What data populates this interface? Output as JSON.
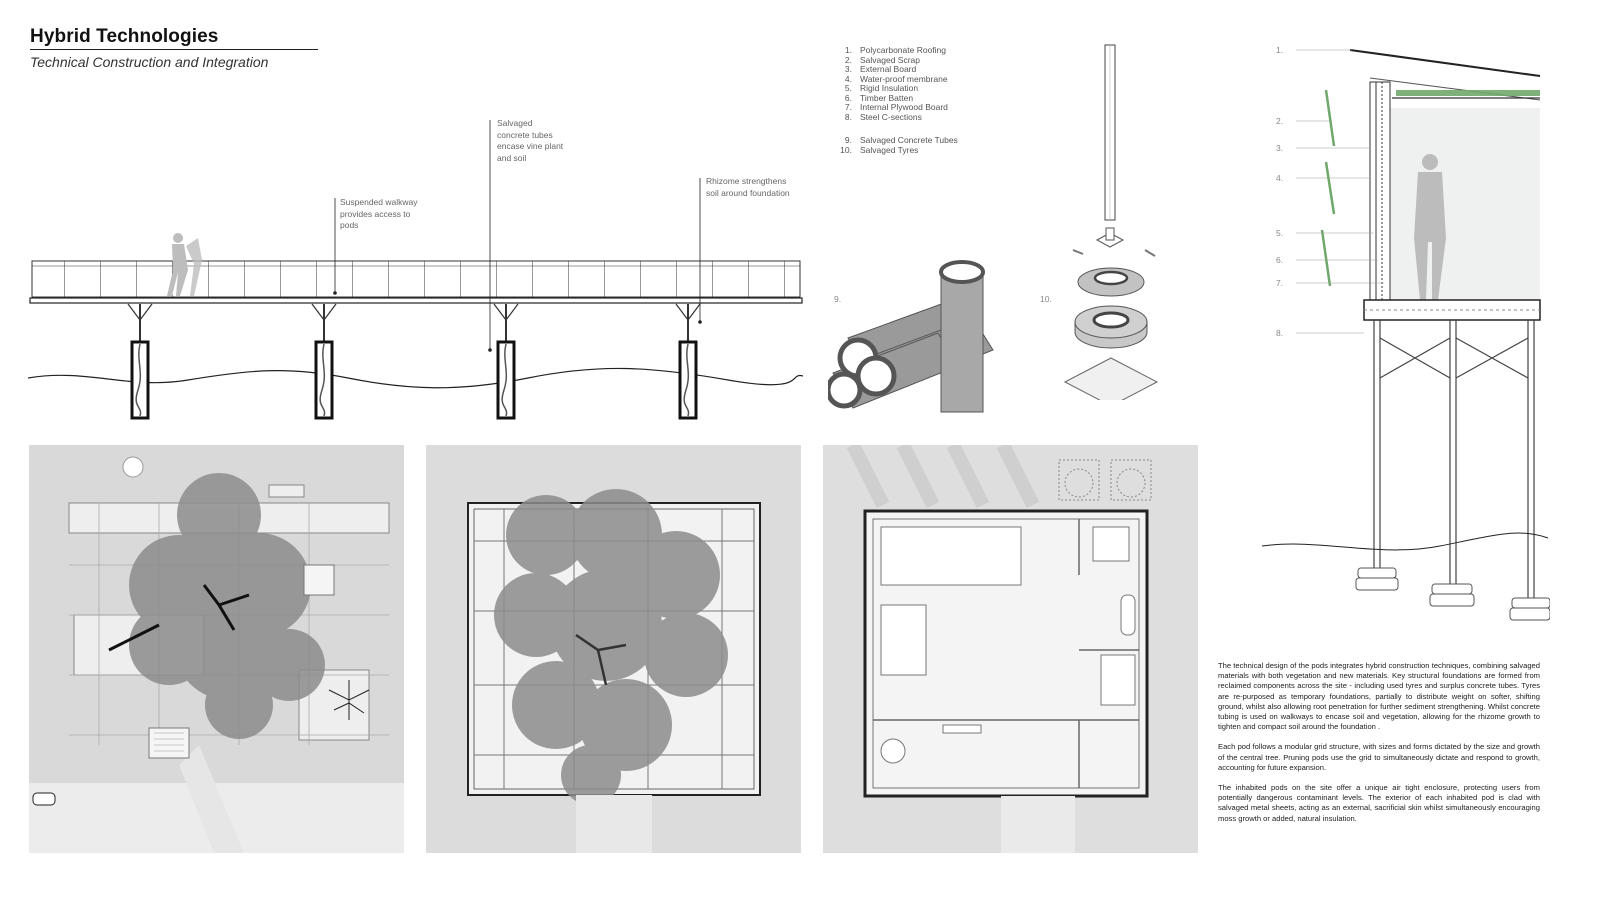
{
  "header": {
    "title": "Hybrid Technologies",
    "subtitle": "Technical Construction and Integration"
  },
  "walkway_annotations": [
    {
      "id": "suspended",
      "text": "Suspended walkway provides access to pods"
    },
    {
      "id": "tubes",
      "text": "Salvaged concrete tubes encase vine plant and soil"
    },
    {
      "id": "rhizome",
      "text": "Rhizome strengthens soil around foundation"
    }
  ],
  "materials_legend": {
    "group_a": [
      {
        "num": "1.",
        "label": "Polycarbonate Roofing"
      },
      {
        "num": "2.",
        "label": "Salvaged Scrap"
      },
      {
        "num": "3.",
        "label": "External Board"
      },
      {
        "num": "4.",
        "label": "Water-proof membrane"
      },
      {
        "num": "5.",
        "label": "Rigid Insulation"
      },
      {
        "num": "6.",
        "label": "Timber Batten"
      },
      {
        "num": "7.",
        "label": "Internal Plywood Board"
      },
      {
        "num": "8.",
        "label": "Steel C-sections"
      }
    ],
    "group_b": [
      {
        "num": "9.",
        "label": "Salvaged Concrete Tubes"
      },
      {
        "num": "10.",
        "label": "Salvaged Tyres"
      }
    ]
  },
  "component_callouts": {
    "tubes": "9.",
    "tyres": "10."
  },
  "section_callouts": [
    "1.",
    "2.",
    "3.",
    "4.",
    "5.",
    "6.",
    "7.",
    "8."
  ],
  "description": [
    "The technical design of the pods integrates hybrid construction techniques, combining salvaged materials with both vegetation and new materials. Key structural foundations are formed from reclaimed components across the site - including used tyres and surplus concrete tubes. Tyres are re-purposed as temporary foundations, partially to distribute weight on softer, shifting ground, whilst also allowing root penetration for further sediment strengthening. Whilst concrete tubing is used on walkways to encase soil and vegetation, allowing for the rhizome growth to tighten and compact soil around the foundation .",
    "Each pod follows a modular grid structure, with sizes and forms dictated by the size and growth of the central tree. Pruning pods use the grid to simultaneously dictate and respond to growth, accounting for future expansion.",
    "The inhabited pods on the site offer a unique air tight enclosure, protecting users from potentially dangerous contaminant levels. The exterior of each inhabited pod is clad with salvaged metal sheets, acting as an external, sacrificial skin whilst simultaneously encouraging moss growth or added, natural insulation."
  ],
  "colors": {
    "ink": "#222222",
    "grey_fill": "#8c8c8c",
    "light_ground": "#d9d9d9",
    "moss": "#6fa86a"
  }
}
